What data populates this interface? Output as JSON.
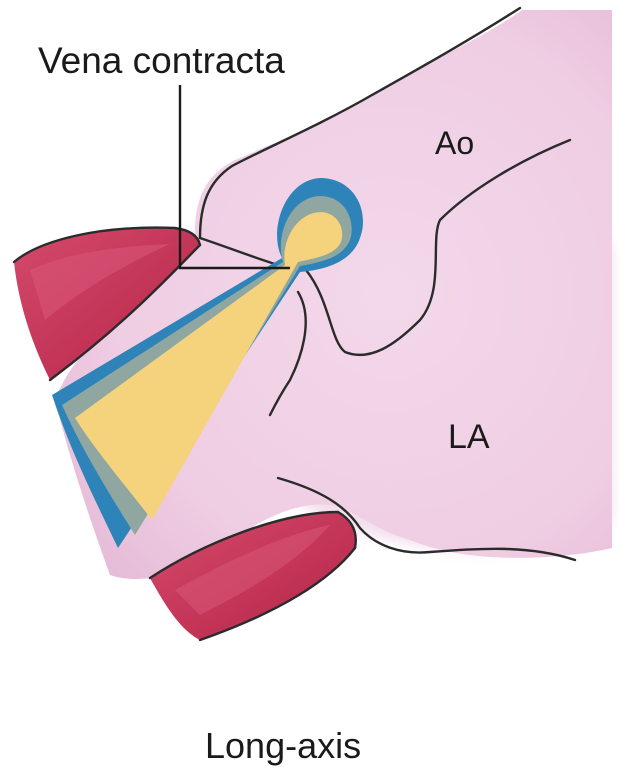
{
  "labels": {
    "vena_contracta": "Vena contracta",
    "aorta": "Ao",
    "left_atrium": "LA",
    "caption": "Long-axis"
  },
  "colors": {
    "chamber": "#f0cfe4",
    "chamber_dark": "#e3b8d4",
    "myocardium": "#c23356",
    "myocardium_highlight": "#de6a86",
    "jet_outer": "#2e84b8",
    "jet_middle": "#8fa7a0",
    "jet_core": "#f5d27c",
    "outline": "#2b2b2b"
  }
}
